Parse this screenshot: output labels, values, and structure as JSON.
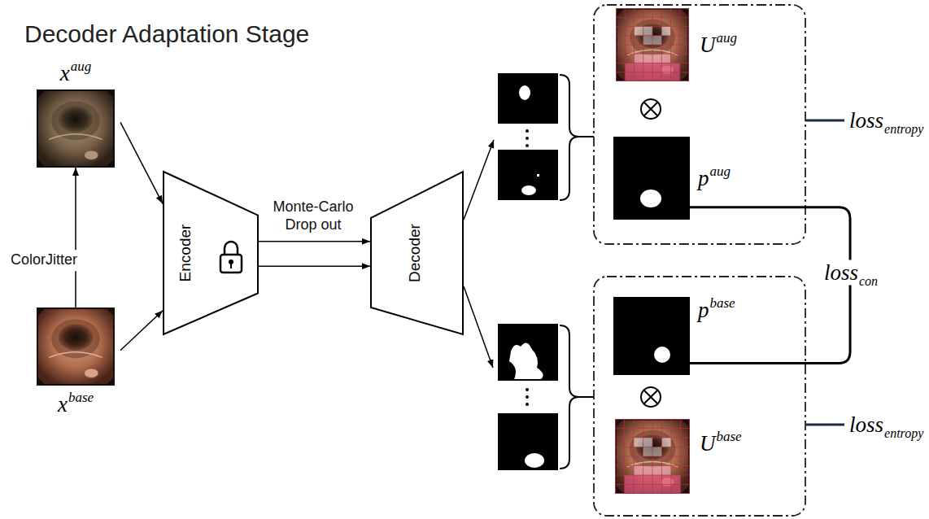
{
  "diagram": {
    "title": "Decoder Adaptation Stage",
    "nodes": [
      {
        "text": [
          "x",
          "aug"
        ]
      },
      {
        "text": [
          "x",
          "base"
        ]
      },
      {
        "text": [
          "Encoder"
        ]
      },
      {
        "text": [
          "Decoder"
        ]
      },
      {
        "text": [
          "U",
          "aug"
        ]
      },
      {
        "text": [
          "p",
          "aug"
        ]
      },
      {
        "text": [
          "p",
          "base"
        ]
      },
      {
        "text": [
          "U",
          "base"
        ]
      }
    ],
    "edges": [
      {
        "from": 1,
        "to": 0,
        "arrow": "to",
        "label": "ColorJitter"
      },
      {
        "from": 0,
        "to": 2,
        "arrow": "to"
      },
      {
        "from": 1,
        "to": 2,
        "arrow": "to"
      },
      {
        "from": 2,
        "to": 3,
        "arrow": "to",
        "label": "Monte-Carlo Drop out"
      },
      {
        "from": 2,
        "to": 3,
        "arrow": "to"
      },
      {
        "from": 5,
        "to": 6,
        "arrow": "none"
      }
    ],
    "labels": [
      "loss",
      "entropy",
      "loss",
      "con",
      "loss",
      "entropy"
    ]
  }
}
